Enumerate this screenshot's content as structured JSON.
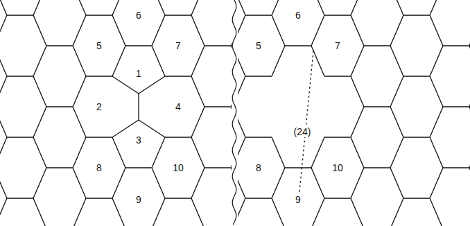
{
  "diagram": {
    "labels": [
      "6",
      "5",
      "7",
      "1",
      "2",
      "4",
      "3",
      "8",
      "10",
      "9",
      "6",
      "5",
      "7",
      "(24)",
      "8",
      "10",
      "9"
    ]
  }
}
